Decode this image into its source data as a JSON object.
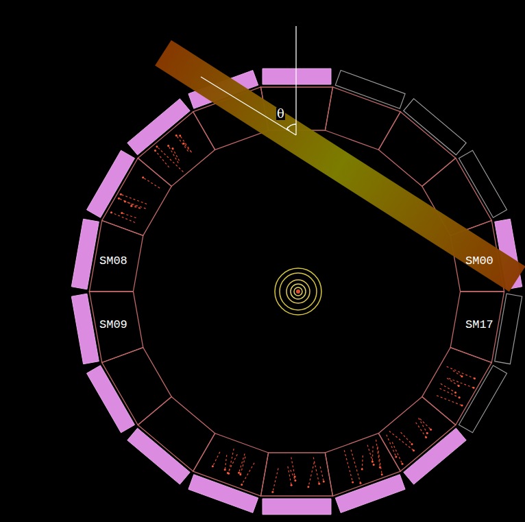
{
  "diagram": {
    "labels": [
      "θ",
      "SM08",
      "SM09",
      "SM00",
      "SM17"
    ]
  }
}
